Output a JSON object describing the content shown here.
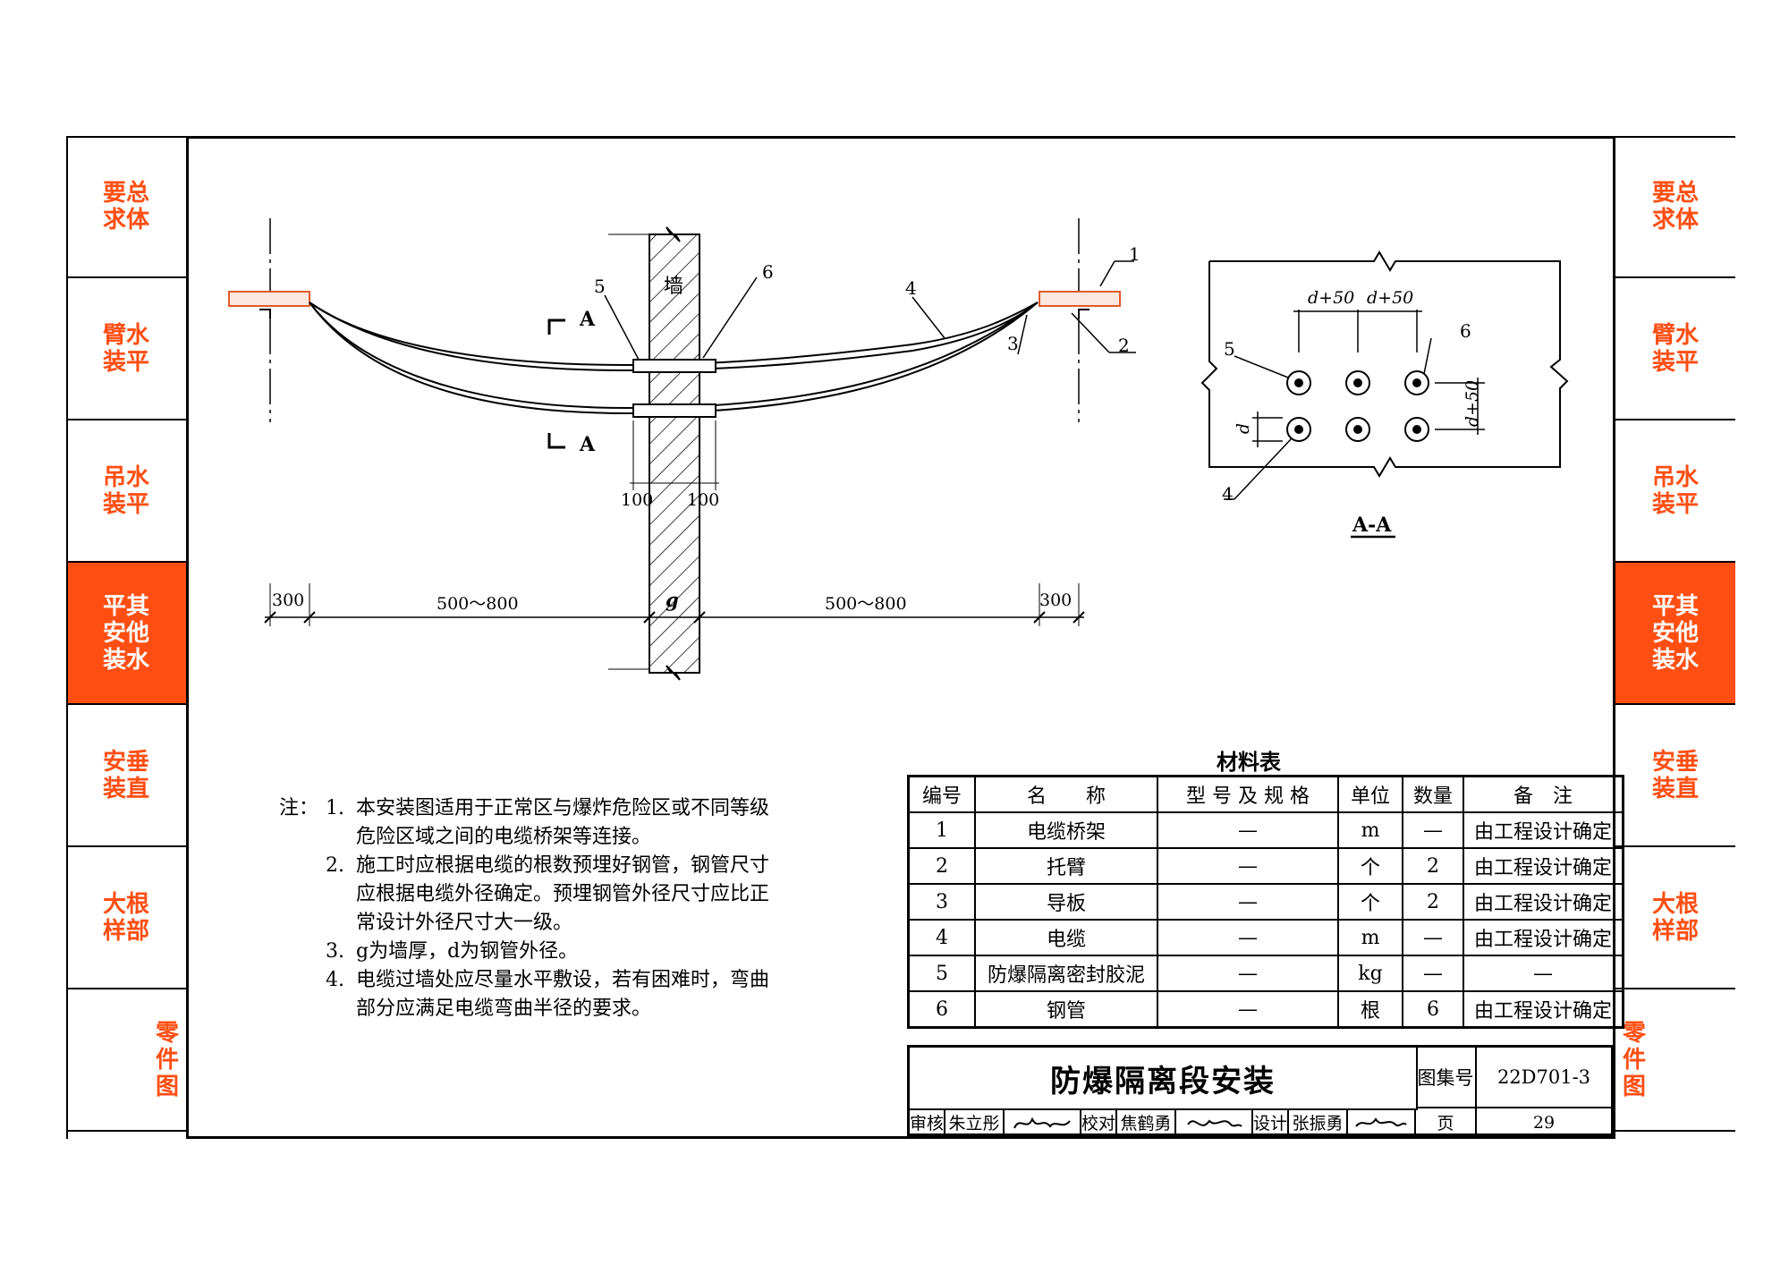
{
  "side_tabs": [
    {
      "label": "要总\n求体",
      "active": false
    },
    {
      "label": "臂水\n装平",
      "active": false
    },
    {
      "label": "吊水\n装平",
      "active": false
    },
    {
      "label": "平其\n安他\n装水",
      "active": true
    },
    {
      "label": "安垂\n装直",
      "active": false
    },
    {
      "label": "大根\n样部",
      "active": false
    },
    {
      "label": "零\n件\n图",
      "active": false
    }
  ],
  "drawing": {
    "wall_label": "墙",
    "section_mark": "A",
    "callouts": [
      "1",
      "2",
      "3",
      "4",
      "5",
      "6"
    ],
    "dim_100_left": "100",
    "dim_100_right": "100",
    "dim_300_left": "300",
    "dim_span_left": "500～800",
    "dim_g": "g",
    "dim_span_right": "500～800",
    "dim_300_right": "300"
  },
  "section": {
    "dim_d50_a": "d+50",
    "dim_d50_b": "d+50",
    "dim_d50_v": "d+50",
    "dim_d": "d",
    "callout_5": "5",
    "callout_6": "6",
    "callout_4": "4",
    "title": "A-A"
  },
  "notes": {
    "lead": "注：",
    "items": [
      {
        "num": "1.",
        "lines": [
          "本安装图适用于正常区与爆炸危险区或不同等级",
          "危险区域之间的电缆桥架等连接。"
        ]
      },
      {
        "num": "2.",
        "lines": [
          "施工时应根据电缆的根数预埋好钢管，钢管尺寸",
          "应根据电缆外径确定。预埋钢管外径尺寸应比正",
          "常设计外径尺寸大一级。"
        ]
      },
      {
        "num": "3.",
        "lines": [
          "g为墙厚，d为钢管外径。"
        ]
      },
      {
        "num": "4.",
        "lines": [
          "电缆过墙处应尽量水平敷设，若有困难时，弯曲",
          "部分应满足电缆弯曲半径的要求。"
        ]
      }
    ]
  },
  "materials": {
    "title": "材料表",
    "headers": [
      "编号",
      "名　　称",
      "型 号 及 规 格",
      "单位",
      "数量",
      "备　注"
    ],
    "rows": [
      [
        "1",
        "电缆桥架",
        "—",
        "m",
        "—",
        "由工程设计确定"
      ],
      [
        "2",
        "托臂",
        "—",
        "个",
        "2",
        "由工程设计确定"
      ],
      [
        "3",
        "导板",
        "—",
        "个",
        "2",
        "由工程设计确定"
      ],
      [
        "4",
        "电缆",
        "—",
        "m",
        "—",
        "由工程设计确定"
      ],
      [
        "5",
        "防爆隔离密封胶泥",
        "—",
        "kg",
        "—",
        "—"
      ],
      [
        "6",
        "钢管",
        "—",
        "根",
        "6",
        "由工程设计确定"
      ]
    ]
  },
  "title_block": {
    "drawing_title": "防爆隔离段安装",
    "atlas_label": "图集号",
    "atlas_number": "22D701-3",
    "review_label": "审核",
    "reviewer": "朱立彤",
    "check_label": "校对",
    "checker": "焦鹤勇",
    "design_label": "设计",
    "designer": "张振勇",
    "page_label": "页",
    "page_number": "29"
  },
  "colors": {
    "accent": "#ff4e12",
    "tray_fill": "#fde8df",
    "tray_stroke": "#e05a2a"
  }
}
